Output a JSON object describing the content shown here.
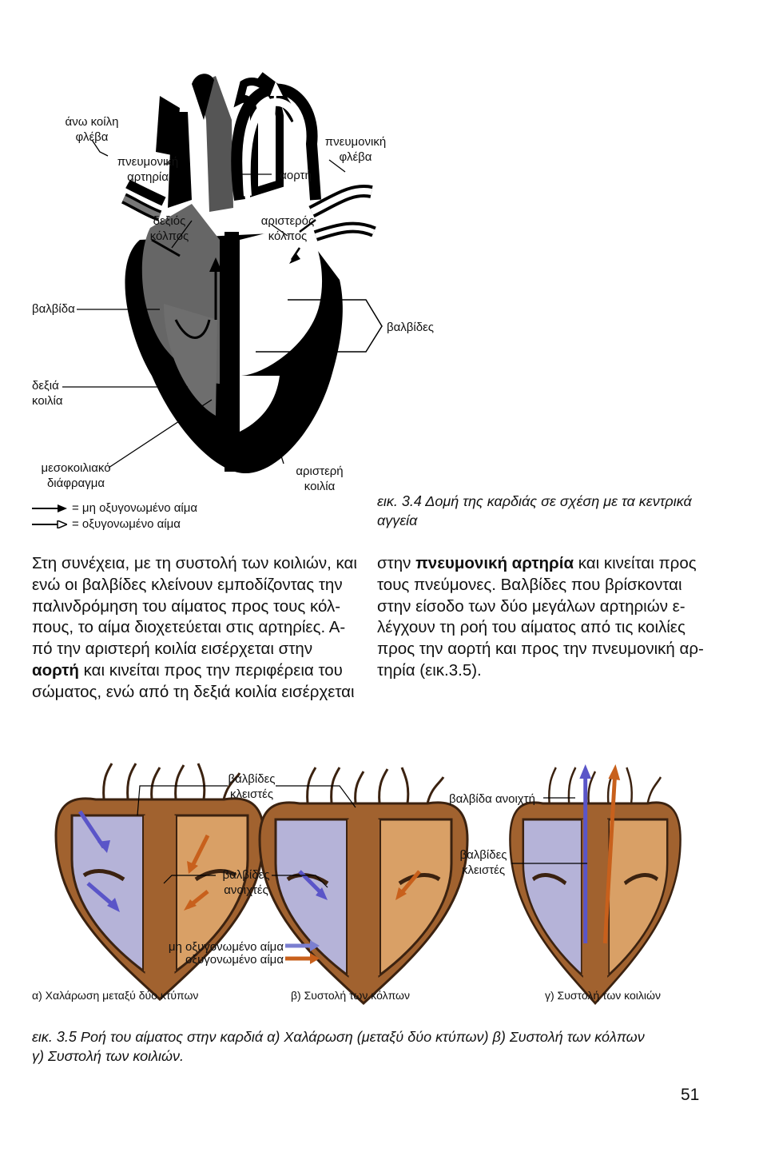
{
  "figure1": {
    "labels": {
      "superior_vena_cava": "άνω κοίλη\nφλέβα",
      "pulmonary_artery": "πνευμονική\nαρτηρία",
      "aorta": "αορτή",
      "pulmonary_vein": "πνευμονική\nφλέβα",
      "right_atrium": "δεξιός\nκόλπος",
      "left_atrium": "αριστερός\nκόλπος",
      "valve": "βαλβίδα",
      "valves": "βαλβίδες",
      "right_ventricle": "δεξιά\nκοιλία",
      "septum": "μεσοκοιλιακό\nδιάφραγμα",
      "left_ventricle": "αριστερή\nκοιλία"
    },
    "legend": [
      {
        "text": "= μη οξυγονωμένο αίμα"
      },
      {
        "text": "= οξυγονωμένο αίμα"
      }
    ],
    "caption": "εικ. 3.4 Δομή της καρδιάς σε σχέση με τα κεντρικά\nαγγεία"
  },
  "text": {
    "left_col": [
      "Στη συνέχεια, με τη συστολή των κοιλιών, και",
      "ενώ οι βαλβίδες κλείνουν εμποδίζοντας την",
      "παλινδρόμηση του αίματος προς τους κόλ-",
      "πους, το αίμα διοχετεύεται στις αρτηρίες. Α-",
      "πό την αριστερή κοιλία εισέρχεται στην",
      "και κινείται προς την περιφέρεια του",
      "σώματος, ενώ από τη δεξιά κοιλία εισέρχεται"
    ],
    "aorta_bold": "αορτή",
    "right_col_bold": "πνευμονική αρτηρία",
    "right_col": [
      "και κινείται προς",
      "τους πνεύμονες. Βαλβίδες που βρίσκονται",
      "στην είσοδο των δύο μεγάλων αρτηριών ε-",
      "λέγχουν τη ροή του αίματος από τις κοιλίες",
      "προς την αορτή και προς την πνευμονική αρ-",
      "τηρία (εικ.3.5)."
    ],
    "right_col_prefix": "στην"
  },
  "figure2": {
    "labels": {
      "valves_closed_top": "βαλβίδες\nκλειστές",
      "valves_open": "βαλβίδες\nανοιχτές",
      "valve_open": "βαλβίδα ανοιχτή",
      "valves_closed_right": "βαλβίδες\nκλειστές"
    },
    "legend": [
      {
        "text": "μη οξυγονωμένο αίμα",
        "color": "#7b7fd0"
      },
      {
        "text": "οξυγονωμένο αίμα",
        "color": "#c8601c"
      }
    ],
    "subcaptions": [
      "α) Χαλάρωση μεταξύ δύο κτύπων",
      "β) Συστολή των κόλπων",
      "γ) Συστολή των κοιλιών"
    ],
    "caption": "εικ. 3.5  Ροή του αίματος στην καρδιά  α) Χαλάρωση (μεταξύ δύο κτύπων)  β) Συστολή των κόλπων\nγ) Συστολή των κοιλιών."
  },
  "page_number": "51"
}
